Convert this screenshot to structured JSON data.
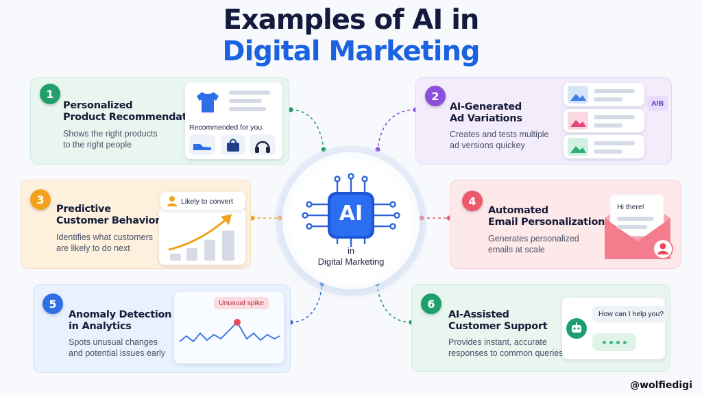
{
  "title": {
    "line1": "Examples of AI in",
    "line2": "Digital Marketing"
  },
  "center": {
    "chip": "AI",
    "label_line1": "in",
    "label_line2": "Digital Marketing"
  },
  "cards": [
    {
      "number": "1",
      "title_line1": "Personalized",
      "title_line2": "Product Recommendations",
      "desc_line1": "Shows the right products",
      "desc_line2": "to the right people",
      "widget_label": "Recommended for you"
    },
    {
      "number": "2",
      "title_line1": "AI-Generated",
      "title_line2": "Ad Variations",
      "desc_line1": "Creates and tests multiple",
      "desc_line2": "ad versions quickey",
      "widget_label": "A/B"
    },
    {
      "number": "3",
      "title_line1": "Predictive",
      "title_line2": "Customer Behavior",
      "desc_line1": "Identifies what customers",
      "desc_line2": "are likely to do next",
      "widget_label": "Likely to convert"
    },
    {
      "number": "4",
      "title_line1": "Automated",
      "title_line2": "Email Personalization",
      "desc_line1": "Generates personalized",
      "desc_line2": "emails at scale",
      "widget_label": "Hi there!"
    },
    {
      "number": "5",
      "title_line1": "Anomaly Detection",
      "title_line2": "in Analytics",
      "desc_line1": "Spots unusual changes",
      "desc_line2": "and potential issues early",
      "widget_label": "Unusual spike"
    },
    {
      "number": "6",
      "title_line1": "AI-Assisted",
      "title_line2": "Customer Support",
      "desc_line1": "Provides instant, accurate",
      "desc_line2": "responses to common queries",
      "widget_label": "How can I help you?"
    }
  ],
  "colors": {
    "green": "#22a06b",
    "purple": "#8b4fe0",
    "orange": "#f2a21b",
    "red": "#ec5a6c",
    "blue": "#2f6fe6",
    "teal": "#1e9e6e"
  },
  "credit": "@wolfiedigi"
}
